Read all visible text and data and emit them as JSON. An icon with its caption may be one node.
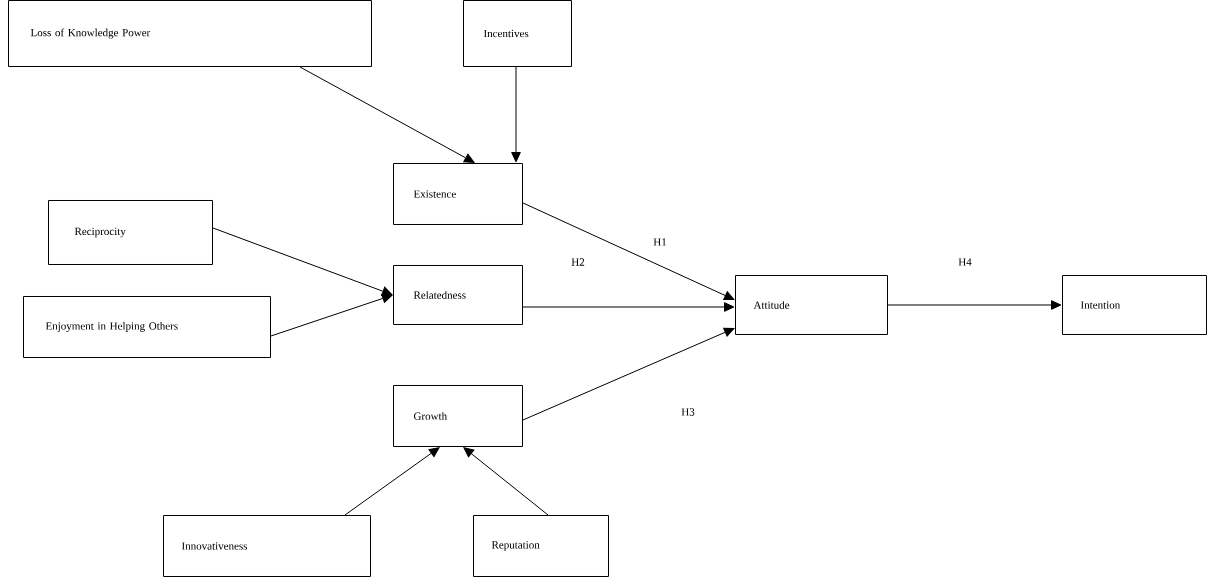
{
  "diagram": {
    "nodes": [
      {
        "text": [
          "Loss of Knowledge Power"
        ]
      },
      {
        "text": [
          "Incentives"
        ]
      },
      {
        "text": [
          "Existence"
        ]
      },
      {
        "text": [
          "Reciprocity"
        ]
      },
      {
        "text": [
          "Relatedness"
        ]
      },
      {
        "text": [
          "Enjoyment in Helping Others"
        ]
      },
      {
        "text": [
          "Attitude"
        ]
      },
      {
        "text": [
          "Intention"
        ]
      },
      {
        "text": [
          "Growth"
        ]
      },
      {
        "text": [
          "Innovativeness"
        ]
      },
      {
        "text": [
          "Reputation"
        ]
      }
    ],
    "edges": [
      {
        "from": 0,
        "to": 2,
        "arrow": "to"
      },
      {
        "from": 1,
        "to": 2,
        "arrow": "to"
      },
      {
        "from": 3,
        "to": 4,
        "arrow": "to"
      },
      {
        "from": 5,
        "to": 4,
        "arrow": "to"
      },
      {
        "from": 2,
        "to": 6,
        "arrow": "to",
        "label": "H1"
      },
      {
        "from": 4,
        "to": 6,
        "arrow": "to",
        "label": "H2"
      },
      {
        "from": 8,
        "to": 6,
        "arrow": "to",
        "label": "H3"
      },
      {
        "from": 6,
        "to": 7,
        "arrow": "to",
        "label": "H4"
      },
      {
        "from": 9,
        "to": 8,
        "arrow": "to"
      },
      {
        "from": 10,
        "to": 8,
        "arrow": "to"
      }
    ]
  }
}
